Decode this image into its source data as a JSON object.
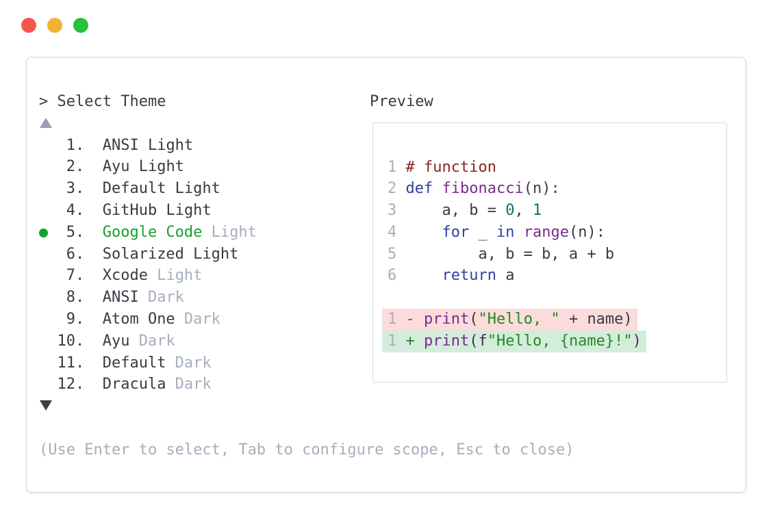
{
  "window": {
    "traffic_lights": [
      "close",
      "minimize",
      "zoom"
    ]
  },
  "picker": {
    "prompt": ">",
    "title": "Select Theme",
    "scroll_up_icon": "up-triangle",
    "scroll_down_icon": "down-triangle",
    "items": [
      {
        "number": "1",
        "name": "ANSI",
        "variant": "Light",
        "dim_variant": false,
        "selected": false
      },
      {
        "number": "2",
        "name": "Ayu",
        "variant": "Light",
        "dim_variant": false,
        "selected": false
      },
      {
        "number": "3",
        "name": "Default",
        "variant": "Light",
        "dim_variant": false,
        "selected": false
      },
      {
        "number": "4",
        "name": "GitHub",
        "variant": "Light",
        "dim_variant": false,
        "selected": false
      },
      {
        "number": "5",
        "name": "Google Code",
        "variant": "Light",
        "dim_variant": true,
        "selected": true
      },
      {
        "number": "6",
        "name": "Solarized",
        "variant": "Light",
        "dim_variant": false,
        "selected": false
      },
      {
        "number": "7",
        "name": "Xcode",
        "variant": "Light",
        "dim_variant": true,
        "selected": false
      },
      {
        "number": "8",
        "name": "ANSI",
        "variant": "Dark",
        "dim_variant": true,
        "selected": false
      },
      {
        "number": "9",
        "name": "Atom One",
        "variant": "Dark",
        "dim_variant": true,
        "selected": false
      },
      {
        "number": "10",
        "name": "Ayu",
        "variant": "Dark",
        "dim_variant": true,
        "selected": false
      },
      {
        "number": "11",
        "name": "Default",
        "variant": "Dark",
        "dim_variant": true,
        "selected": false
      },
      {
        "number": "12",
        "name": "Dracula",
        "variant": "Dark",
        "dim_variant": true,
        "selected": false
      }
    ],
    "hint": "(Use Enter to select, Tab to configure scope, Esc to close)"
  },
  "preview": {
    "label": "Preview",
    "code_lines": [
      {
        "number": "1",
        "segments": [
          {
            "t": "# function",
            "c": "comment"
          }
        ]
      },
      {
        "number": "2",
        "segments": [
          {
            "t": "def",
            "c": "keyword"
          },
          {
            "t": " "
          },
          {
            "t": "fibonacci",
            "c": "func"
          },
          {
            "t": "(n):"
          }
        ]
      },
      {
        "number": "3",
        "segments": [
          {
            "t": "    a, b = "
          },
          {
            "t": "0",
            "c": "num"
          },
          {
            "t": ", "
          },
          {
            "t": "1",
            "c": "num"
          }
        ]
      },
      {
        "number": "4",
        "segments": [
          {
            "t": "    "
          },
          {
            "t": "for",
            "c": "keyword"
          },
          {
            "t": " _ "
          },
          {
            "t": "in",
            "c": "keyword"
          },
          {
            "t": " "
          },
          {
            "t": "range",
            "c": "func"
          },
          {
            "t": "(n):"
          }
        ]
      },
      {
        "number": "5",
        "segments": [
          {
            "t": "        a, b = b, a + b"
          }
        ]
      },
      {
        "number": "6",
        "segments": [
          {
            "t": "    "
          },
          {
            "t": "return",
            "c": "keyword"
          },
          {
            "t": " a"
          }
        ]
      }
    ],
    "diff_lines": [
      {
        "number": "1",
        "type": "removed",
        "sign": "-",
        "segments": [
          {
            "t": "print",
            "c": "func"
          },
          {
            "t": "("
          },
          {
            "t": "\"Hello, \"",
            "c": "str"
          },
          {
            "t": " + name)"
          }
        ]
      },
      {
        "number": "1",
        "type": "added",
        "sign": "+",
        "segments": [
          {
            "t": "print",
            "c": "func"
          },
          {
            "t": "(f"
          },
          {
            "t": "\"Hello, {name}!\"",
            "c": "str"
          },
          {
            "t": ")"
          }
        ]
      }
    ]
  },
  "colors": {
    "text": "#363c44",
    "dim_text": "#a6aebd",
    "accent_green": "#14a02a",
    "keyword_blue": "#31409c",
    "comment_maroon": "#8b2420",
    "function_purple": "#7a2b8d",
    "number_teal": "#0e6d6d",
    "string_green": "#1f8c1f",
    "diff_minus_red": "#c0392e",
    "diff_plus_green": "#168a28",
    "removed_bg": "#fbdbdb",
    "added_bg": "#d4ecdc",
    "panel_border": "#ccd3db",
    "traffic_red": "#f4574e",
    "traffic_yellow": "#f2b12e",
    "traffic_green": "#27c13c"
  }
}
